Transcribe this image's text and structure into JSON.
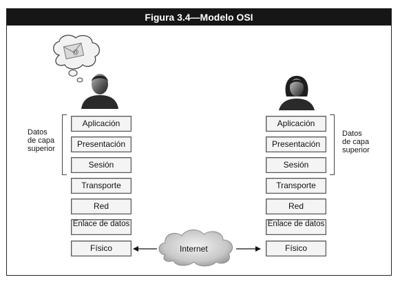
{
  "figure": {
    "title": "Figura 3.4—Modelo OSI"
  },
  "left_stack": {
    "layers": [
      "Aplicación",
      "Presentación",
      "Sesión",
      "Transporte",
      "Red",
      "Enlace de datos",
      "Físico"
    ],
    "group_label_lines": [
      "Datos",
      "de capa",
      "superior"
    ]
  },
  "right_stack": {
    "layers": [
      "Aplicación",
      "Presentación",
      "Sesión",
      "Transporte",
      "Red",
      "Enlace de datos",
      "Físico"
    ],
    "group_label_lines": [
      "Datos",
      "de capa",
      "superior"
    ]
  },
  "network": {
    "label": "Internet"
  },
  "icons": {
    "sender": "male-user-icon",
    "receiver": "female-user-icon",
    "thought": "email-thought-bubble-icon"
  }
}
